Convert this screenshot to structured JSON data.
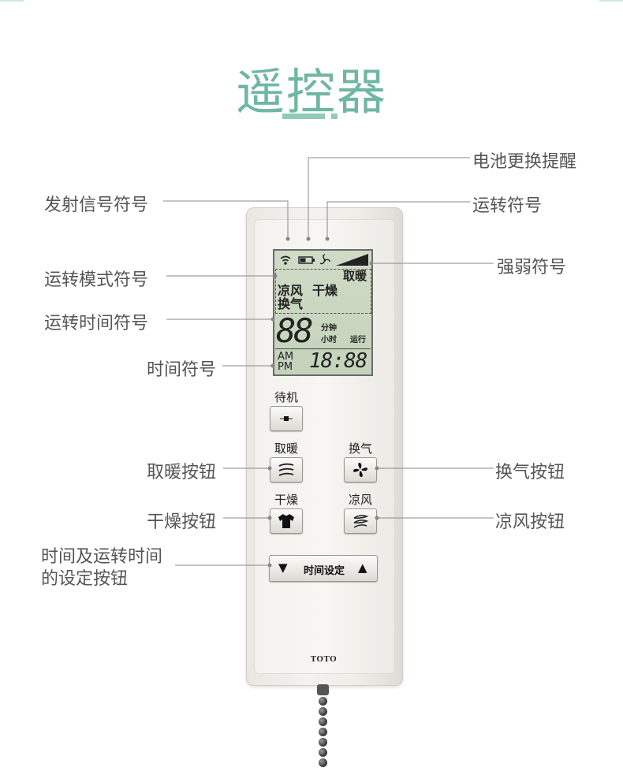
{
  "title": "遥控器",
  "callouts": {
    "battery": "电池更换提醒",
    "signal": "发射信号符号",
    "running": "运转符号",
    "strength": "强弱符号",
    "mode": "运转模式符号",
    "run_time": "运转时间符号",
    "time": "时间符号",
    "heat_btn": "取暖按钮",
    "vent_btn": "换气按钮",
    "dry_btn": "干燥按钮",
    "cool_btn": "凉风按钮",
    "time_set_btn_line1": "时间及运转时间",
    "time_set_btn_line2": "的设定按钮"
  },
  "lcd": {
    "heat": "取暖",
    "cool": "凉风",
    "dry": "干燥",
    "vent": "换气",
    "digits_big": "88",
    "minute": "分钟",
    "hour": "小时",
    "running": "运行",
    "am": "AM",
    "pm": "PM",
    "clock": "18:88"
  },
  "buttons": {
    "standby": "待机",
    "heat": "取暖",
    "vent": "换气",
    "dry": "干燥",
    "cool": "凉风",
    "time_set": "时间设定",
    "down": "▼",
    "up": "▲"
  },
  "brand": "TOTO"
}
